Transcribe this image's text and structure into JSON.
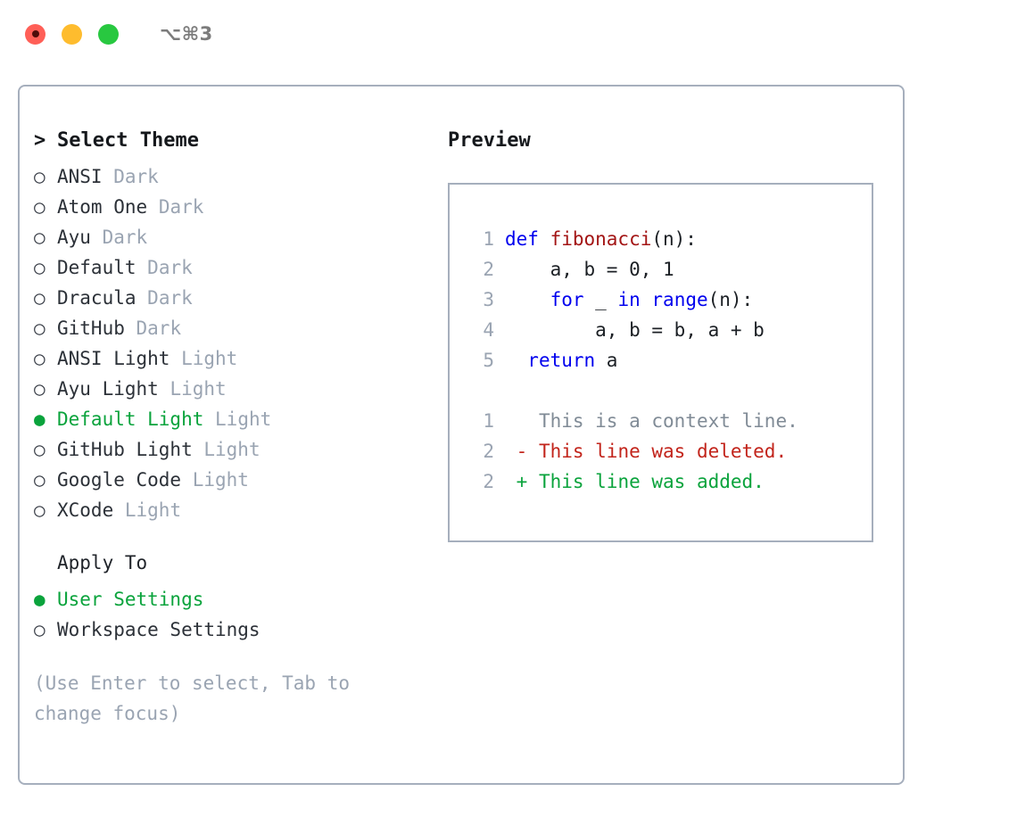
{
  "titlebar": {
    "shortcut": "⌥⌘3",
    "lights": [
      {
        "name": "close",
        "color": "#ff5f57"
      },
      {
        "name": "minimize",
        "color": "#febc2e"
      },
      {
        "name": "zoom",
        "color": "#28c840"
      }
    ]
  },
  "theme_picker": {
    "heading": "Select Theme",
    "caret": ">",
    "bullet_unselected": "○",
    "bullet_selected": "●",
    "accent_color": "#0aa33c",
    "muted_color": "#9aa4b2",
    "items": [
      {
        "label": "ANSI",
        "suffix": "Dark",
        "selected": false
      },
      {
        "label": "Atom One",
        "suffix": "Dark",
        "selected": false
      },
      {
        "label": "Ayu",
        "suffix": "Dark",
        "selected": false
      },
      {
        "label": "Default",
        "suffix": "Dark",
        "selected": false
      },
      {
        "label": "Dracula",
        "suffix": "Dark",
        "selected": false
      },
      {
        "label": "GitHub",
        "suffix": "Dark",
        "selected": false
      },
      {
        "label": "ANSI Light",
        "suffix": "Light",
        "selected": false
      },
      {
        "label": "Ayu Light",
        "suffix": "Light",
        "selected": false
      },
      {
        "label": "Default Light",
        "suffix": "Light",
        "selected": true
      },
      {
        "label": "GitHub Light",
        "suffix": "Light",
        "selected": false
      },
      {
        "label": "Google Code",
        "suffix": "Light",
        "selected": false
      },
      {
        "label": "XCode",
        "suffix": "Light",
        "selected": false
      }
    ]
  },
  "apply_to": {
    "heading": "Apply To",
    "items": [
      {
        "label": "User Settings",
        "selected": true
      },
      {
        "label": "Workspace Settings",
        "selected": false
      }
    ]
  },
  "hint": "(Use Enter to select, Tab to change focus)",
  "preview": {
    "title": "Preview",
    "code_lines": [
      {
        "no": "1",
        "tokens": [
          {
            "t": "def ",
            "c": "kw"
          },
          {
            "t": "fibonacci",
            "c": "fn"
          },
          {
            "t": "(n):",
            "c": "pl"
          }
        ]
      },
      {
        "no": "2",
        "tokens": [
          {
            "t": "    a, b = 0, 1",
            "c": "pl"
          }
        ]
      },
      {
        "no": "3",
        "tokens": [
          {
            "t": "    ",
            "c": "pl"
          },
          {
            "t": "for",
            "c": "kw"
          },
          {
            "t": " _ ",
            "c": "pl"
          },
          {
            "t": "in",
            "c": "kw"
          },
          {
            "t": " ",
            "c": "pl"
          },
          {
            "t": "range",
            "c": "kw"
          },
          {
            "t": "(n):",
            "c": "pl"
          }
        ]
      },
      {
        "no": "4",
        "tokens": [
          {
            "t": "        a, b = b, a + b",
            "c": "pl"
          }
        ]
      },
      {
        "no": "5",
        "tokens": [
          {
            "t": "  ",
            "c": "pl"
          },
          {
            "t": "return",
            "c": "kw"
          },
          {
            "t": " a",
            "c": "pl"
          }
        ]
      }
    ],
    "diff_lines": [
      {
        "no": "1",
        "marker": " ",
        "text": "This is a context line.",
        "kind": "ctx"
      },
      {
        "no": "2",
        "marker": "-",
        "text": "This line was deleted.",
        "kind": "del"
      },
      {
        "no": "2",
        "marker": "+",
        "text": "This line was added.",
        "kind": "add"
      }
    ]
  }
}
